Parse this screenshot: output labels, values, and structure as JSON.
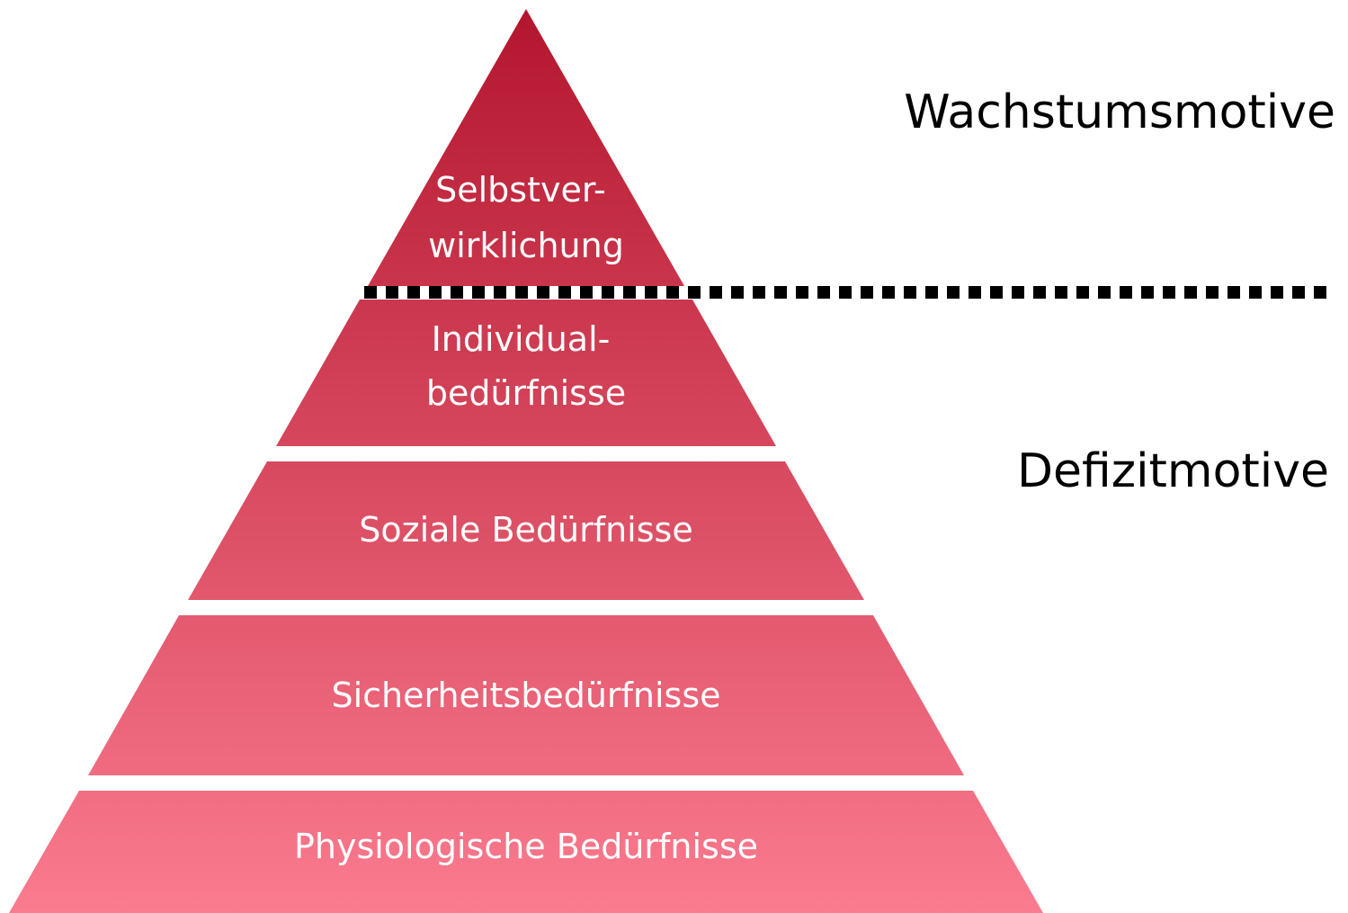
{
  "colors": {
    "top": "#b3162e",
    "bottom": "#fb7b8f",
    "divider": "#000000"
  },
  "pyramid": {
    "levels": [
      {
        "lines": [
          "Selbstver-",
          "wirklichung"
        ]
      },
      {
        "lines": [
          "Individual-",
          "bedürfnisse"
        ]
      },
      {
        "lines": [
          "Soziale Bedürfnisse"
        ]
      },
      {
        "lines": [
          "Sicherheitsbedürfnisse"
        ]
      },
      {
        "lines": [
          "Physiologische Bedürfnisse"
        ]
      }
    ]
  },
  "categories": {
    "growth": "Wachstumsmotive",
    "deficit": "Defizitmotive"
  }
}
